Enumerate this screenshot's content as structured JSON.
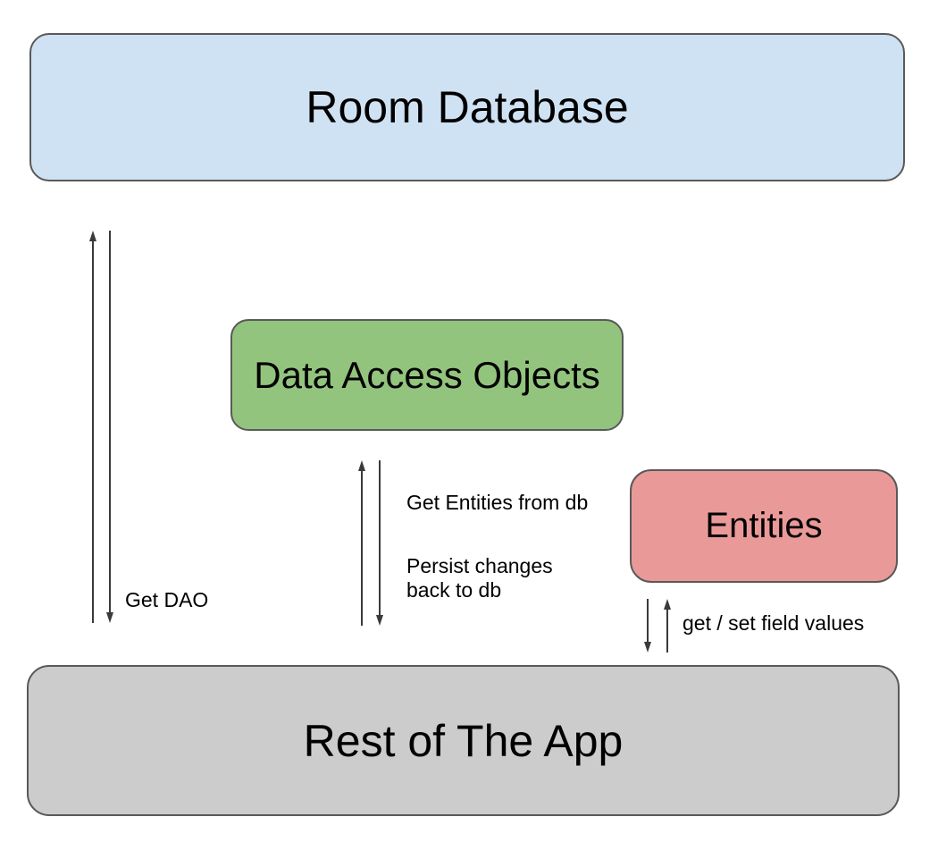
{
  "nodes": {
    "room_database": {
      "label": "Room Database",
      "fill": "#cfe2f3"
    },
    "data_access_objects": {
      "label": "Data Access Objects",
      "fill": "#93c47d"
    },
    "entities": {
      "label": "Entities",
      "fill": "#ea9999"
    },
    "rest_of_app": {
      "label": "Rest of The App",
      "fill": "#cccccc"
    }
  },
  "edge_labels": {
    "get_dao": "Get DAO",
    "get_entities_from_db": "Get Entities from db",
    "persist_changes": "Persist changes back to db",
    "get_set_field_values": "get / set field values"
  },
  "colors": {
    "arrow": "#3a3a3a",
    "node-border": "#595959",
    "text": "#000000",
    "background": "#ffffff"
  }
}
